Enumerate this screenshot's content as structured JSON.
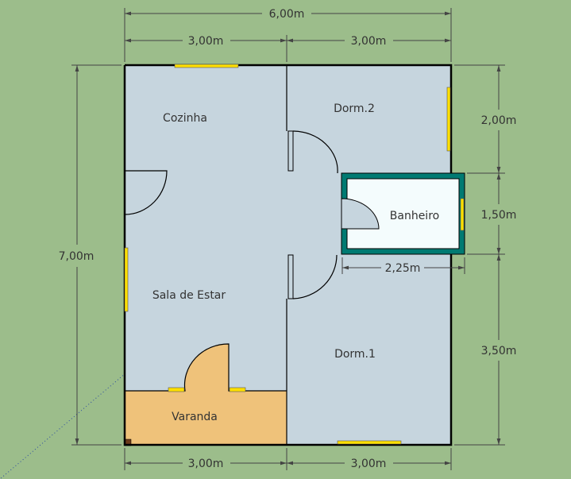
{
  "colors": {
    "background": "#9cbd8b",
    "floor": "#c6d5de",
    "varanda": "#efc27a",
    "bathroom_wall": "#007a72",
    "bathroom_floor": "#f4fcfd",
    "window": "#ffe000"
  },
  "rooms": {
    "cozinha": "Cozinha",
    "dorm2": "Dorm.2",
    "banheiro": "Banheiro",
    "sala": "Sala de Estar",
    "dorm1": "Dorm.1",
    "varanda": "Varanda"
  },
  "dimensions": {
    "total_width": "6,00m",
    "top_left": "3,00m",
    "top_right": "3,00m",
    "total_height": "7,00m",
    "right_top": "2,00m",
    "right_mid": "1,50m",
    "right_bottom": "3,50m",
    "bathroom_width": "2,25m",
    "bottom_left": "3,00m",
    "bottom_right": "3,00m"
  }
}
